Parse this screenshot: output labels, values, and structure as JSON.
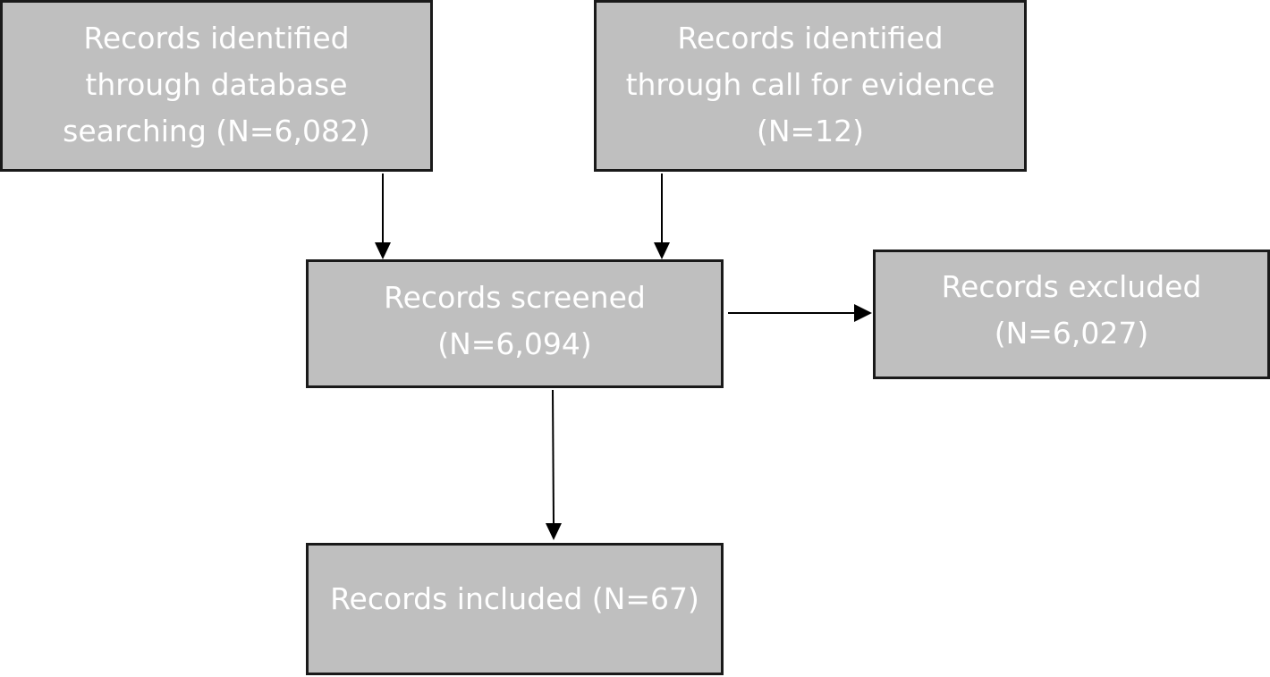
{
  "nodes": {
    "database": {
      "lines": [
        "Records identified",
        "through database",
        "searching (N=6,082)"
      ]
    },
    "evidence": {
      "lines": [
        "Records identified",
        "through call for evidence",
        "(N=12)"
      ]
    },
    "screened": {
      "lines": [
        "Records screened",
        "(N=6,094)"
      ]
    },
    "excluded": {
      "lines": [
        "Records excluded",
        "(N=6,027)"
      ]
    },
    "included": {
      "lines": [
        "Records included (N=67)"
      ]
    }
  },
  "colors": {
    "box_fill": "#bfbfbf",
    "box_border": "#1a1a1a",
    "text": "#ffffff",
    "arrow": "#000000"
  }
}
